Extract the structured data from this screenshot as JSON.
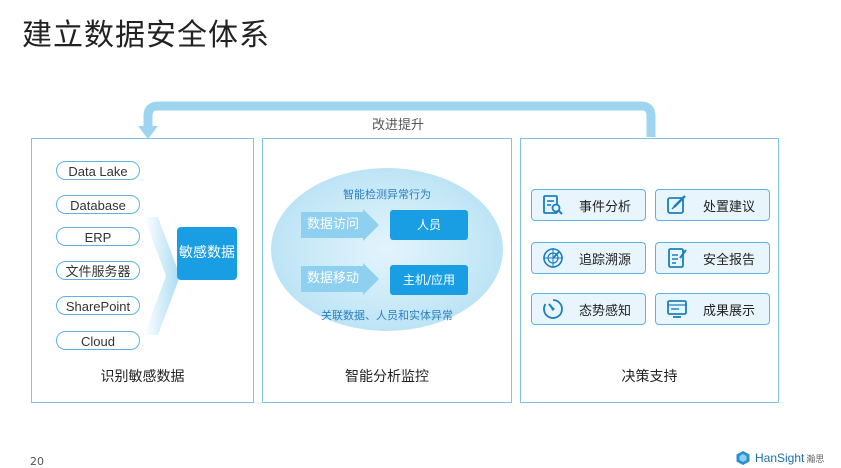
{
  "title": "建立数据安全体系",
  "loop_label": "改进提升",
  "panels": {
    "left": {
      "caption": "识别敏感数据",
      "sources": [
        "Data Lake",
        "Database",
        "ERP",
        "文件服务器",
        "SharePoint",
        "Cloud"
      ],
      "output": "敏感数据"
    },
    "middle": {
      "caption": "智能分析监控",
      "top_text": "智能检测异常行为",
      "bottom_text": "关联数据、人员和实体异常",
      "flows": [
        {
          "action": "数据访问",
          "target": "人员"
        },
        {
          "action": "数据移动",
          "target": "主机/应用"
        }
      ]
    },
    "right": {
      "caption": "决策支持",
      "tiles": [
        {
          "label": "事件分析",
          "icon": "search-doc-icon"
        },
        {
          "label": "处置建议",
          "icon": "edit-icon"
        },
        {
          "label": "追踪溯源",
          "icon": "radar-icon"
        },
        {
          "label": "安全报告",
          "icon": "report-icon"
        },
        {
          "label": "态势感知",
          "icon": "gauge-icon"
        },
        {
          "label": "成果展示",
          "icon": "display-icon"
        }
      ]
    }
  },
  "footer": {
    "page_number": "20",
    "brand": "HanSight",
    "brand_cn": "瀚思"
  },
  "colors": {
    "accent": "#1a9ee3",
    "border": "#7fc3ea",
    "arrow": "#8fd0f0",
    "tile_bg": "#e8f5fc"
  }
}
